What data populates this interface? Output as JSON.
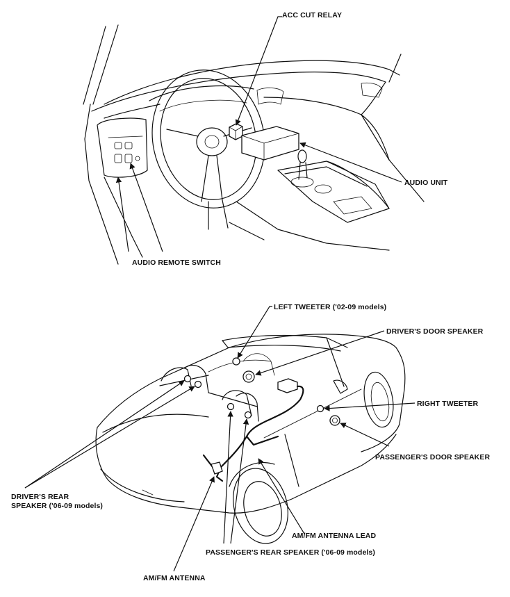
{
  "labels": {
    "acc_cut_relay": "ACC CUT RELAY",
    "audio_unit": "AUDIO UNIT",
    "audio_remote_switch": "AUDIO REMOTE SWITCH",
    "left_tweeter": "LEFT TWEETER ('02-09 models)",
    "drivers_door_speaker": "DRIVER'S DOOR SPEAKER",
    "right_tweeter": "RIGHT TWEETER",
    "passengers_door_speaker": "PASSENGER'S DOOR SPEAKER",
    "drivers_rear_speaker_line1": "DRIVER'S REAR",
    "drivers_rear_speaker_line2": "SPEAKER ('06-09 models)",
    "am_fm_antenna_lead": "AM/FM ANTENNA LEAD",
    "passengers_rear_speaker": "PASSENGER'S REAR SPEAKER ('06-09 models)",
    "am_fm_antenna": "AM/FM ANTENNA"
  }
}
